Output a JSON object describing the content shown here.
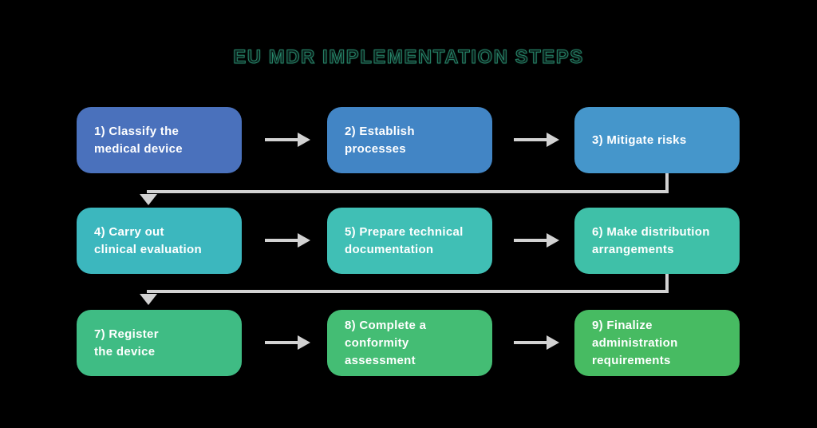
{
  "title": "EU MDR IMPLEMENTATION STEPS",
  "colors": {
    "background": "#000000",
    "arrow": "#d2d2d2",
    "box_text": "#ffffff",
    "title_outline": "#2d9878"
  },
  "icons": {
    "right_arrow": "right-arrow-icon",
    "down_arrow": "down-arrow-icon"
  },
  "steps": [
    {
      "label": "1) Classify the medical device",
      "lines": [
        "1) Classify the",
        "medical device"
      ],
      "color": "#4a71bc"
    },
    {
      "label": "2) Establish processes",
      "lines": [
        "2) Establish",
        "processes"
      ],
      "color": "#4285c5"
    },
    {
      "label": "3) Mitigate risks",
      "lines": [
        "3) Mitigate risks"
      ],
      "color": "#4596cb"
    },
    {
      "label": "4) Carry out clinical evaluation",
      "lines": [
        "4) Carry out",
        "clinical evaluation"
      ],
      "color": "#3cb7be"
    },
    {
      "label": "5) Prepare technical documentation",
      "lines": [
        "5) Prepare technical",
        "documentation"
      ],
      "color": "#40bfb5"
    },
    {
      "label": "6) Make distribution arrangements",
      "lines": [
        "6) Make distribution",
        "arrangements"
      ],
      "color": "#3fc0a8"
    },
    {
      "label": "7) Register the device",
      "lines": [
        "7) Register",
        "the device"
      ],
      "color": "#3fbc84"
    },
    {
      "label": "8) Complete a conformity assessment",
      "lines": [
        "8) Complete a",
        "conformity",
        "assessment"
      ],
      "color": "#44bd74"
    },
    {
      "label": "9) Finalize administration requirements",
      "lines": [
        "9) Finalize",
        "administration",
        "requirements"
      ],
      "color": "#47bb62"
    }
  ]
}
